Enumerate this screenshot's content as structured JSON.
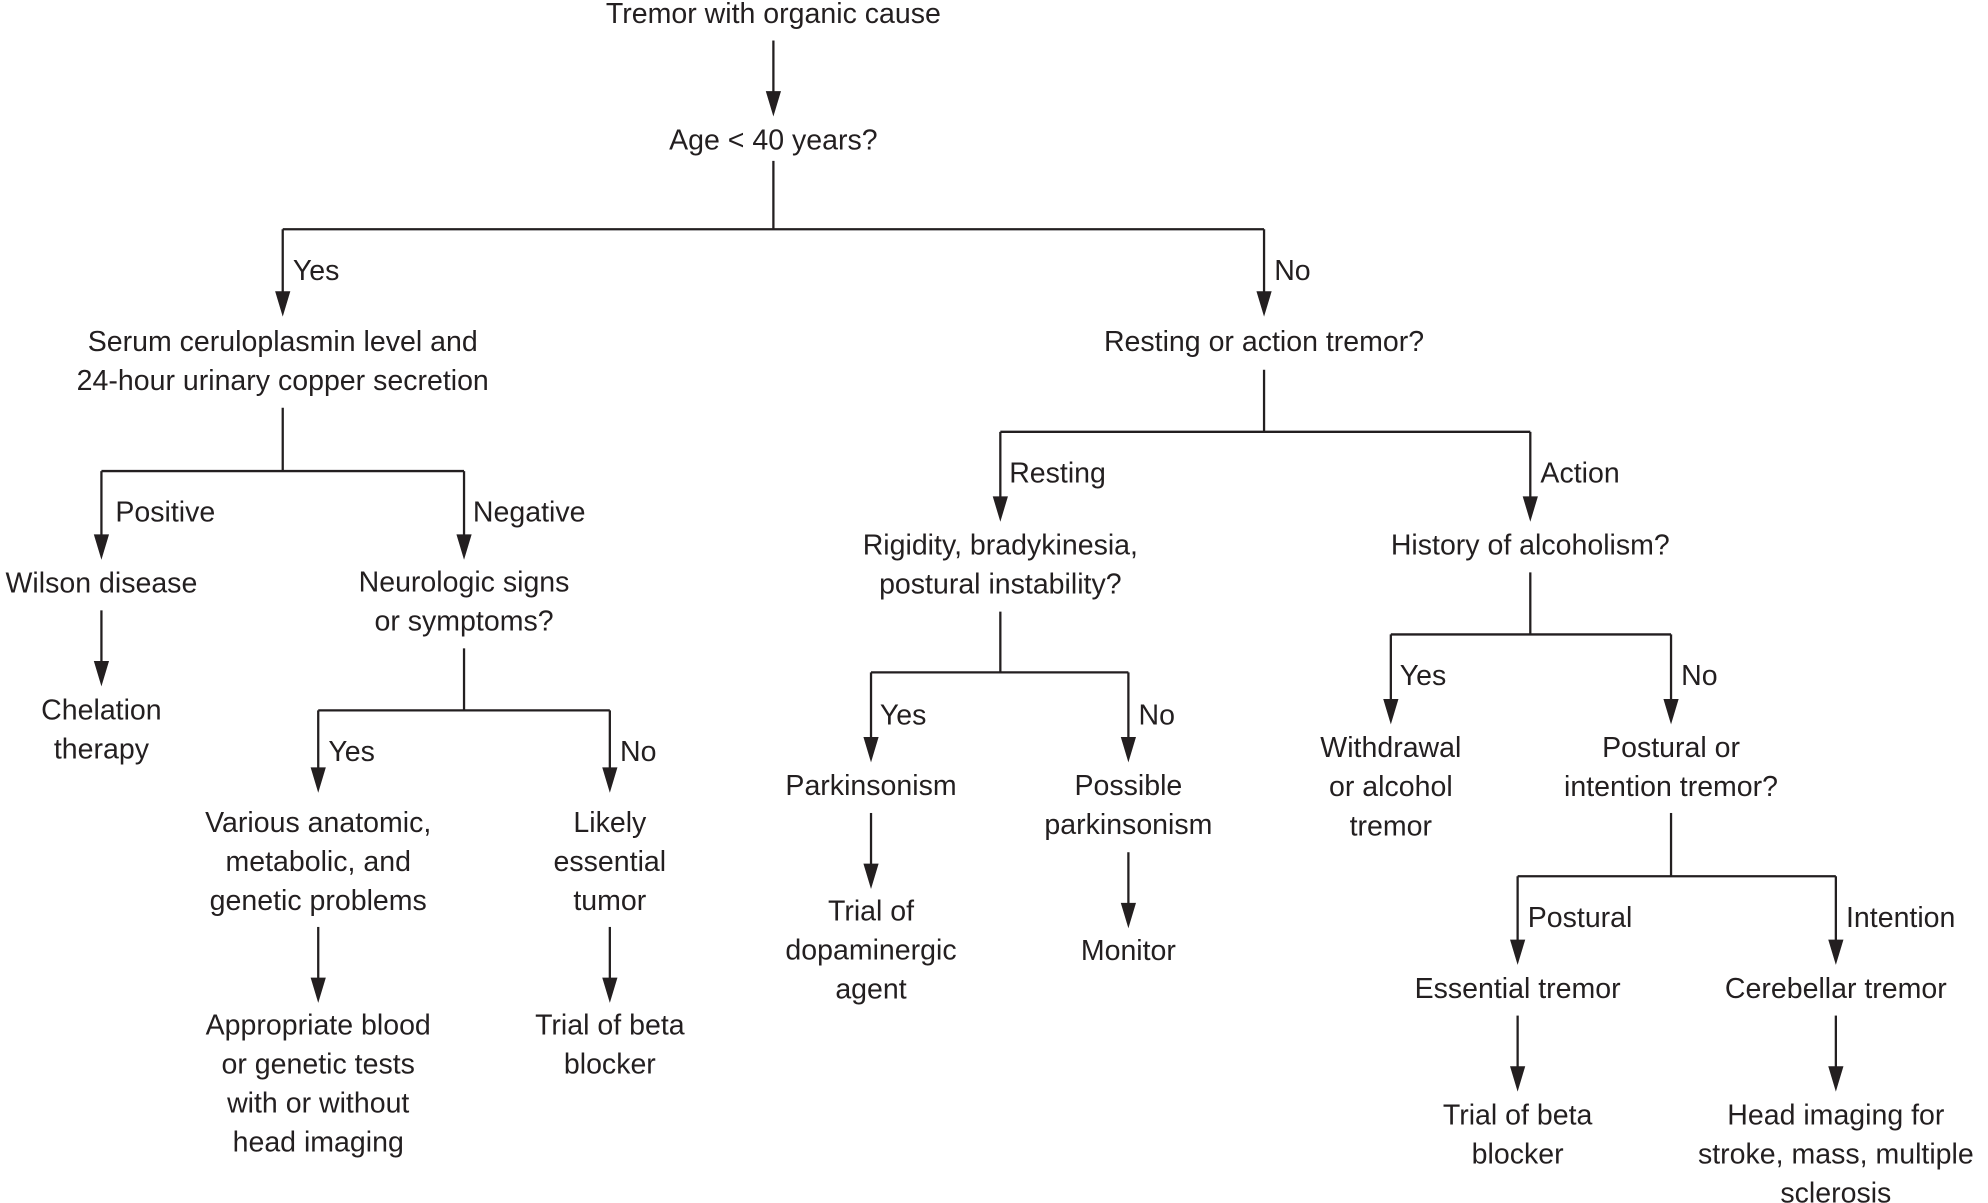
{
  "nodes": {
    "root": [
      "Tremor with organic cause"
    ],
    "age": [
      "Age < 40 years?"
    ],
    "serum": [
      "Serum ceruloplasmin level and",
      "24-hour urinary copper secretion"
    ],
    "resting_action": [
      "Resting or action tremor?"
    ],
    "wilson": [
      "Wilson disease"
    ],
    "chelation": [
      "Chelation",
      "therapy"
    ],
    "neuro": [
      "Neurologic signs",
      "or symptoms?"
    ],
    "various": [
      "Various anatomic,",
      "metabolic, and",
      "genetic problems"
    ],
    "blood": [
      "Appropriate blood",
      "or genetic tests",
      "with or without",
      "head imaging"
    ],
    "likely": [
      "Likely",
      "essential",
      "tumor"
    ],
    "beta1": [
      "Trial of beta",
      "blocker"
    ],
    "rigidity": [
      "Rigidity, bradykinesia,",
      "postural instability?"
    ],
    "parkinsonism": [
      "Parkinsonism"
    ],
    "dopa": [
      "Trial of",
      "dopaminergic",
      "agent"
    ],
    "possible": [
      "Possible",
      "parkinsonism"
    ],
    "monitor": [
      "Monitor"
    ],
    "alcohol": [
      "History of alcoholism?"
    ],
    "withdrawal": [
      "Withdrawal",
      "or alcohol",
      "tremor"
    ],
    "postural_q": [
      "Postural or",
      "intention tremor?"
    ],
    "essential": [
      "Essential tremor"
    ],
    "beta2": [
      "Trial of beta",
      "blocker"
    ],
    "cerebellar": [
      "Cerebellar tremor"
    ],
    "head": [
      "Head imaging for",
      "stroke, mass, multiple",
      "sclerosis"
    ]
  },
  "edge_labels": {
    "age_yes": "Yes",
    "age_no": "No",
    "serum_pos": "Positive",
    "serum_neg": "Negative",
    "neuro_yes": "Yes",
    "neuro_no": "No",
    "ra_rest": "Resting",
    "ra_action": "Action",
    "rig_yes": "Yes",
    "rig_no": "No",
    "alc_yes": "Yes",
    "alc_no": "No",
    "pq_postural": "Postural",
    "pq_intention": "Intention"
  }
}
